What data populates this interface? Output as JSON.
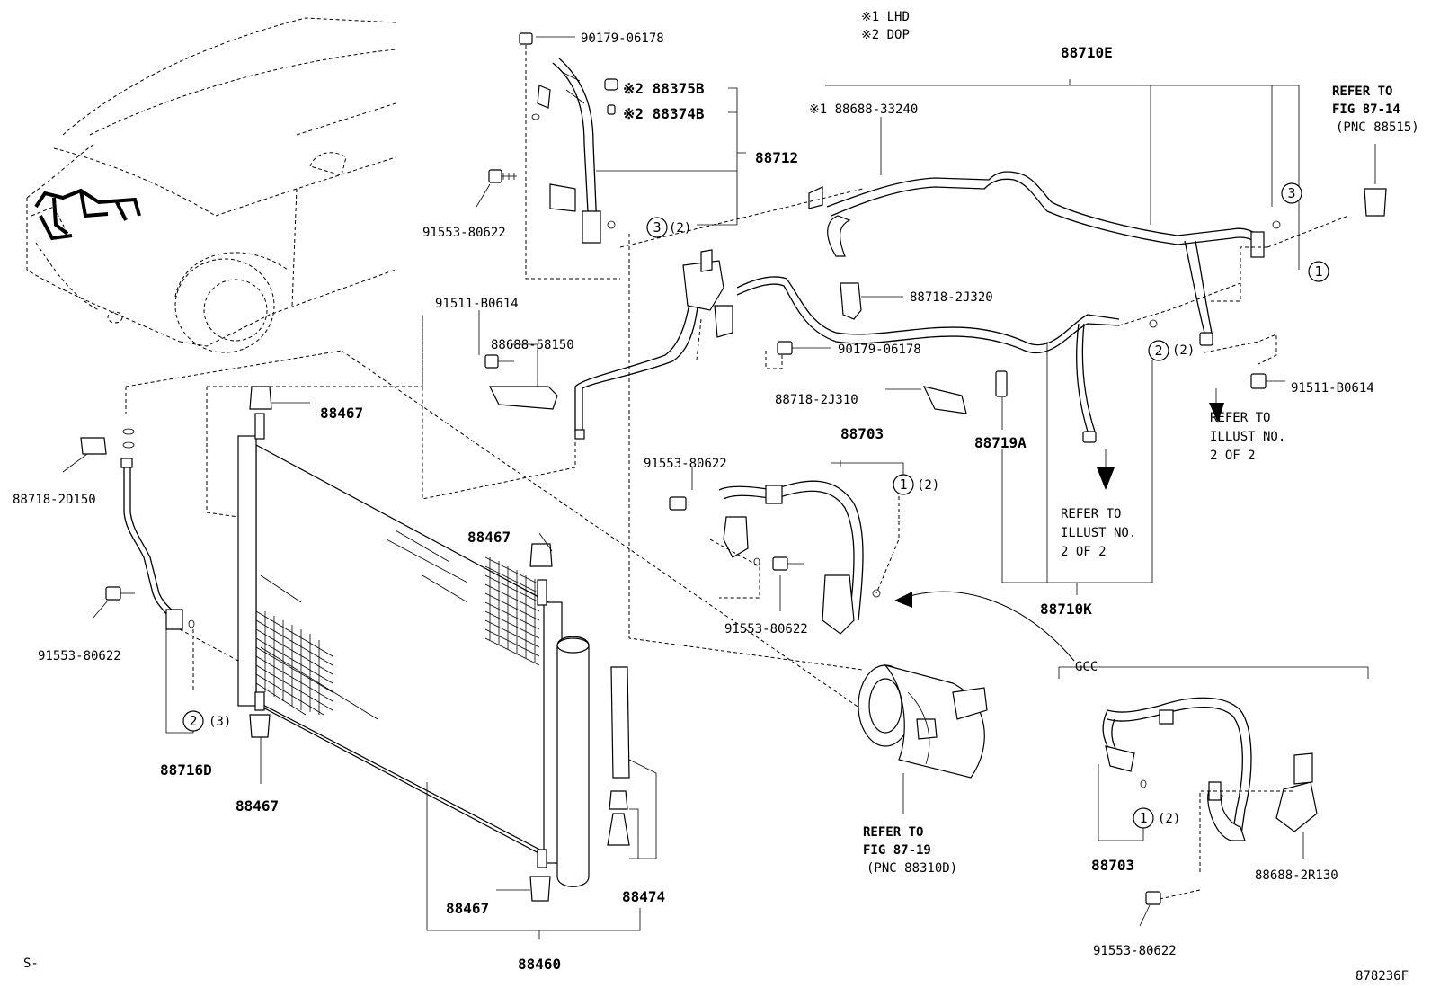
{
  "notes": {
    "note1": "※1 LHD",
    "note2": "※2 DOP"
  },
  "labels": {
    "p90179_top": "90179-06178",
    "p88375b": "※2 88375B",
    "p88374b": "※2 88374B",
    "p88712": "88712",
    "p91553_a": "91553-80622",
    "p3_a": "(2)",
    "p88688_33240": "※1 88688-33240",
    "p88710e": "88710E",
    "refer_fig8714_l1": "REFER TO",
    "refer_fig8714_l2": "FIG 87-14",
    "refer_fig8714_l3": "(PNC 88515)",
    "p91511_a": "91511-B0614",
    "p88688_58150": "88688-58150",
    "p88718_2j320": "88718-2J320",
    "p90179_mid": "90179-06178",
    "p88718_2j310": "88718-2J310",
    "p2_a": "(2)",
    "p91511_b": "91511-B0614",
    "refer_illust_a_l1": "REFER TO",
    "refer_illust_a_l2": "ILLUST NO.",
    "refer_illust_a_l3": "2 OF 2",
    "p88467_a": "88467",
    "p88703_top": "88703",
    "p88719a": "88719A",
    "p88718_2d150": "88718-2D150",
    "p91553_b": "91553-80622",
    "p1_a": "(2)",
    "refer_illust_b_l1": "REFER TO",
    "refer_illust_b_l2": "ILLUST NO.",
    "refer_illust_b_l3": "2 OF 2",
    "p88467_b": "88467",
    "p91553_c": "91553-80622",
    "p88710k": "88710K",
    "p91553_d": "91553-80622",
    "gcc": "GCC",
    "p2_b": "(3)",
    "p88716d": "88716D",
    "p88467_c": "88467",
    "refer_fig8719_l1": "REFER TO",
    "refer_fig8719_l2": "FIG 87-19",
    "refer_fig8719_l3": "(PNC 88310D)",
    "p88703_bot": "88703",
    "p1_b": "(2)",
    "p88688_2r130": "88688-2R130",
    "p88474": "88474",
    "p88467_d": "88467",
    "p91553_e": "91553-80622",
    "p88460": "88460",
    "corner_left": "S-",
    "figure_id": "878236F"
  },
  "callouts": {
    "c1": "1",
    "c2": "2",
    "c3": "3"
  }
}
